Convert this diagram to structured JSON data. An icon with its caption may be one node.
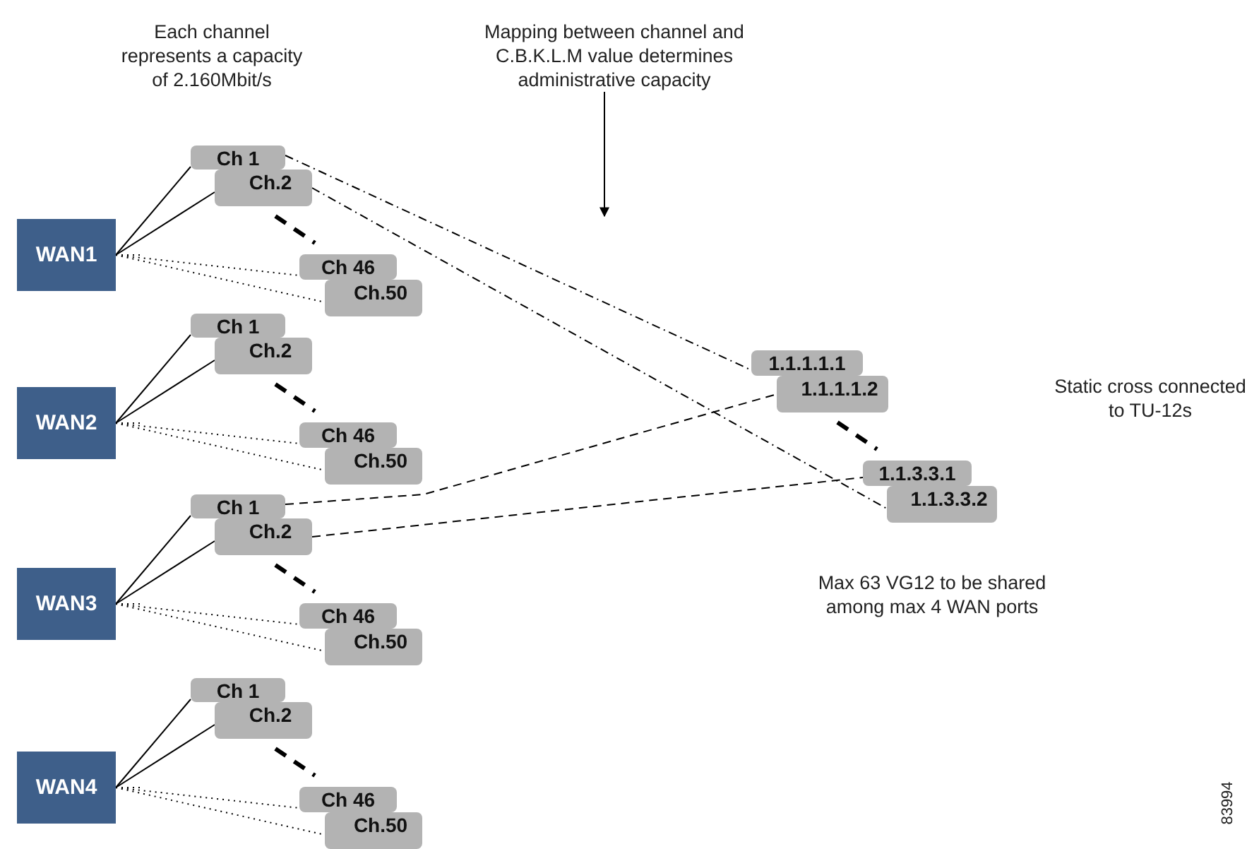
{
  "diagram": {
    "nodes": [
      {
        "text": [
          "WAN1"
        ]
      },
      {
        "text": [
          "Ch 1"
        ]
      },
      {
        "text": [
          "Ch.2"
        ]
      },
      {
        "text": [
          "Ch 46"
        ]
      },
      {
        "text": [
          "Ch.50"
        ]
      },
      {
        "text": [
          "WAN2"
        ]
      },
      {
        "text": [
          "Ch 1"
        ]
      },
      {
        "text": [
          "Ch.2"
        ]
      },
      {
        "text": [
          "Ch 46"
        ]
      },
      {
        "text": [
          "Ch.50"
        ]
      },
      {
        "text": [
          "WAN3"
        ]
      },
      {
        "text": [
          "Ch 1"
        ]
      },
      {
        "text": [
          "Ch.2"
        ]
      },
      {
        "text": [
          "Ch 46"
        ]
      },
      {
        "text": [
          "Ch.50"
        ]
      },
      {
        "text": [
          "WAN4"
        ]
      },
      {
        "text": [
          "Ch 1"
        ]
      },
      {
        "text": [
          "Ch.2"
        ]
      },
      {
        "text": [
          "Ch 46"
        ]
      },
      {
        "text": [
          "Ch.50"
        ]
      },
      {
        "text": [
          "1.1.1.1.1"
        ]
      },
      {
        "text": [
          "1.1.1.1.2"
        ]
      },
      {
        "text": [
          "1.1.3.3.1"
        ]
      },
      {
        "text": [
          "1.1.3.3.2"
        ]
      },
      {
        "text": [
          "Mapping between channel and C.B.K.L.M value determines administrative capacity"
        ]
      }
    ],
    "edges": [
      {
        "from": 0,
        "to": 1,
        "arrow": "none"
      },
      {
        "from": 0,
        "to": 2,
        "arrow": "none"
      },
      {
        "from": 0,
        "to": null,
        "arrow": "none",
        "style": "dashed"
      },
      {
        "from": 0,
        "to": 3,
        "arrow": "none",
        "style": "dashed"
      },
      {
        "from": 0,
        "to": 4,
        "arrow": "none",
        "style": "dashed"
      },
      {
        "from": 5,
        "to": 6,
        "arrow": "none"
      },
      {
        "from": 5,
        "to": 7,
        "arrow": "none"
      },
      {
        "from": 5,
        "to": null,
        "arrow": "none",
        "style": "dashed"
      },
      {
        "from": 5,
        "to": 8,
        "arrow": "none",
        "style": "dashed"
      },
      {
        "from": 5,
        "to": 9,
        "arrow": "none",
        "style": "dashed"
      },
      {
        "from": 10,
        "to": 11,
        "arrow": "none"
      },
      {
        "from": 10,
        "to": 12,
        "arrow": "none"
      },
      {
        "from": 10,
        "to": null,
        "arrow": "none",
        "style": "dashed"
      },
      {
        "from": 10,
        "to": 13,
        "arrow": "none",
        "style": "dashed"
      },
      {
        "from": 10,
        "to": 14,
        "arrow": "none",
        "style": "dashed"
      },
      {
        "from": 15,
        "to": 16,
        "arrow": "none"
      },
      {
        "from": 15,
        "to": 17,
        "arrow": "none"
      },
      {
        "from": 15,
        "to": null,
        "arrow": "none",
        "style": "dashed"
      },
      {
        "from": 15,
        "to": 18,
        "arrow": "none",
        "style": "dashed"
      },
      {
        "from": 15,
        "to": 19,
        "arrow": "none",
        "style": "dashed"
      },
      {
        "from": 1,
        "to": 20,
        "arrow": "none",
        "style": "dashed"
      },
      {
        "from": 2,
        "to": 23,
        "arrow": "none",
        "style": "dashed"
      },
      {
        "from": 11,
        "to": 21,
        "arrow": "none",
        "style": "dashed"
      },
      {
        "from": 12,
        "to": 22,
        "arrow": "none",
        "style": "dashed"
      },
      {
        "from": 24,
        "to": null,
        "arrow": "to"
      }
    ],
    "labels": [
      "Each channel represents a capacity of 2.160Mbit/s",
      "Static cross connected to TU-12s",
      "Max 63 VG12 to be shared among max 4 WAN ports",
      "83994"
    ]
  }
}
